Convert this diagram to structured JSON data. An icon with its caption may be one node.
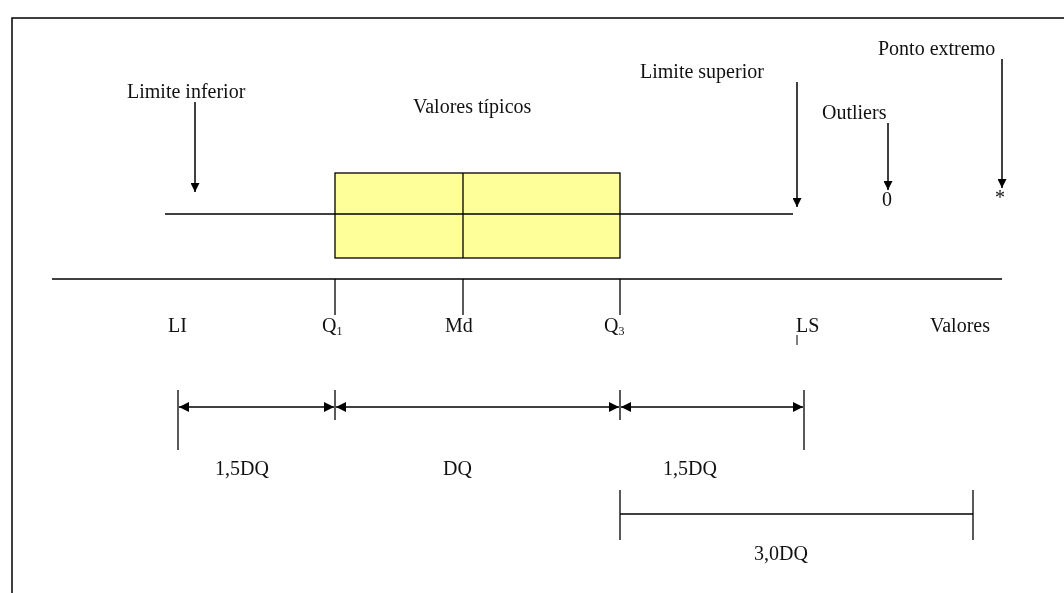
{
  "diagram": {
    "nodes": [
      {
        "text": [
          "Limite inferior"
        ]
      },
      {
        "text": [
          "Limite superior"
        ]
      },
      {
        "text": [
          "Outliers"
        ]
      },
      {
        "text": [
          "0"
        ]
      },
      {
        "text": [
          "Ponto extremo"
        ]
      },
      {
        "text": [
          "*"
        ]
      },
      {
        "text": [],
        "shape": "picture"
      }
    ],
    "edges": [
      {
        "from": 0,
        "to": 6,
        "arrow": "to"
      },
      {
        "from": 1,
        "to": 6,
        "arrow": "to"
      },
      {
        "from": 2,
        "to": 3,
        "arrow": "to"
      },
      {
        "from": 4,
        "to": 5,
        "arrow": "to"
      }
    ],
    "labels": [
      "Valores típicos",
      "LI",
      "Q$_{1}$",
      "Md",
      "Q$_{3}$",
      "LS",
      "Valores",
      "1,5DQ",
      "DQ",
      "1,5DQ",
      "3,0DQ"
    ]
  }
}
